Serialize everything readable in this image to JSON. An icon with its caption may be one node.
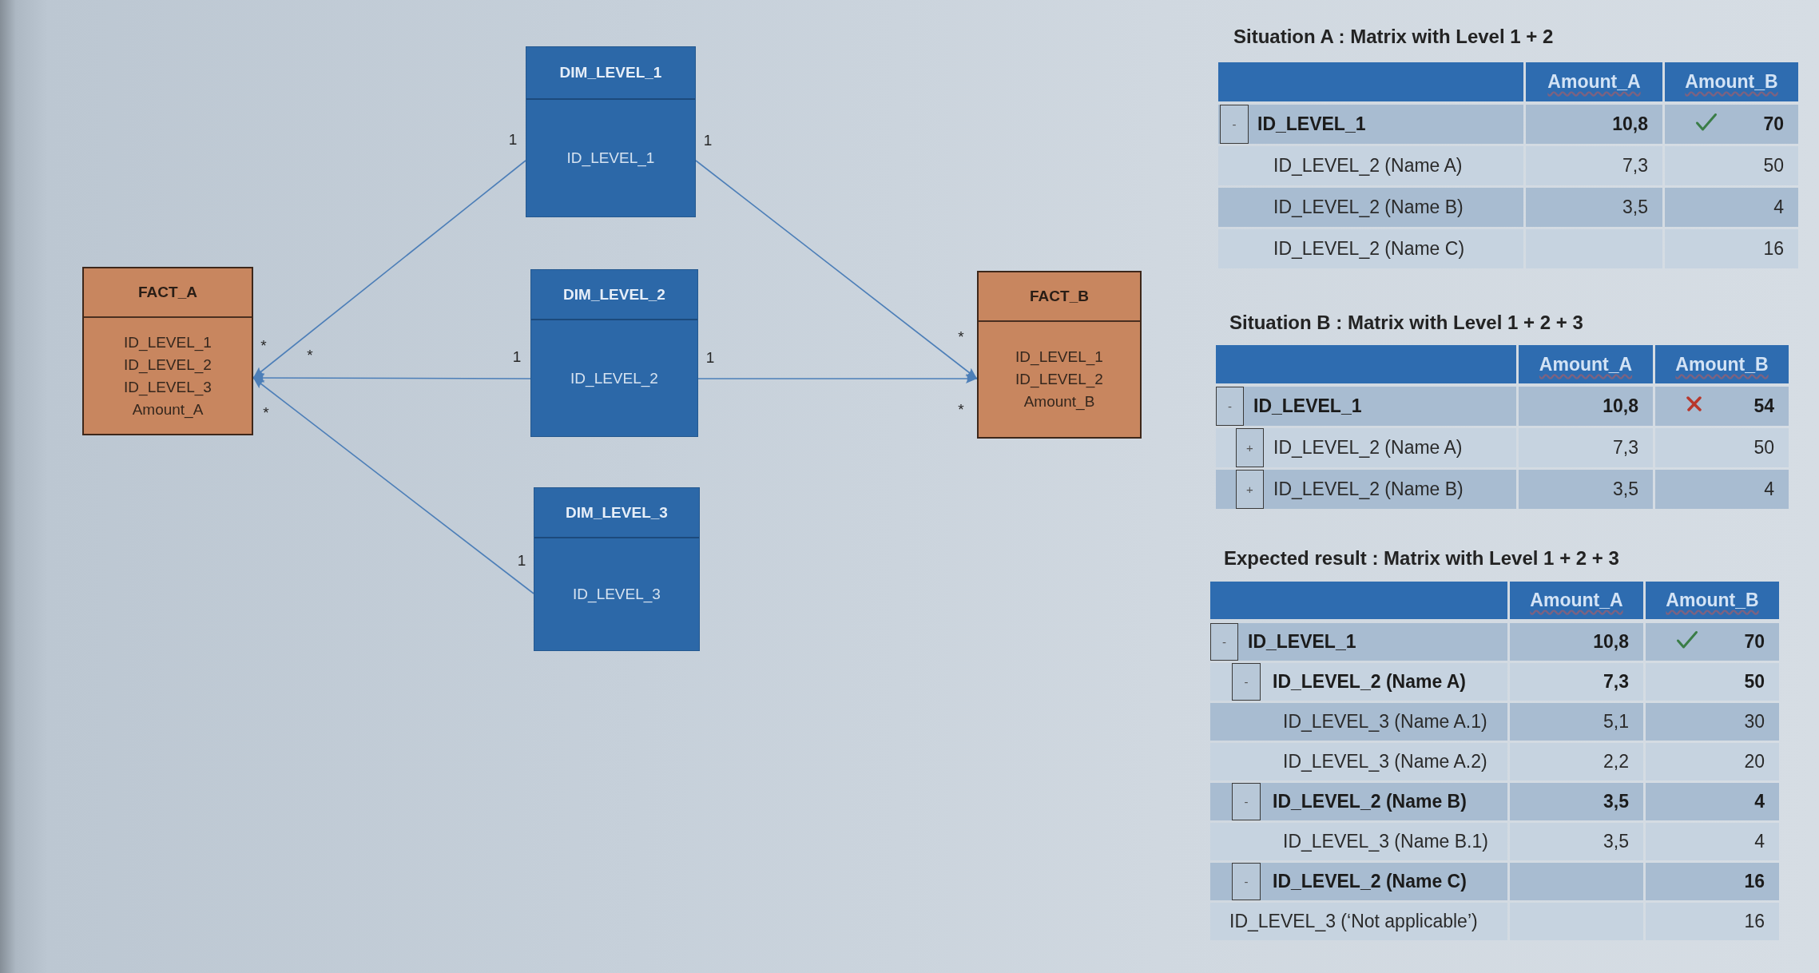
{
  "diagram": {
    "nodes": [
      {
        "text": [
          "FACT_A",
          "ID_LEVEL_1",
          "ID_LEVEL_2",
          "ID_LEVEL_3",
          "Amount_A"
        ]
      },
      {
        "text": [
          "DIM_LEVEL_1",
          "ID_LEVEL_1"
        ]
      },
      {
        "text": [
          "DIM_LEVEL_2",
          "ID_LEVEL_2"
        ]
      },
      {
        "text": [
          "DIM_LEVEL_3",
          "ID_LEVEL_3"
        ]
      },
      {
        "text": [
          "FACT_B",
          "ID_LEVEL_1",
          "ID_LEVEL_2",
          "Amount_B"
        ]
      }
    ],
    "edges": [
      {
        "from": 1,
        "to": 0,
        "arrow": "to"
      },
      {
        "from": 2,
        "to": 0,
        "arrow": "to"
      },
      {
        "from": 3,
        "to": 0,
        "arrow": "to"
      },
      {
        "from": 1,
        "to": 4,
        "arrow": "to"
      },
      {
        "from": 2,
        "to": 4,
        "arrow": "to"
      }
    ],
    "labels": [
      "1",
      "1",
      "*",
      "*",
      "*",
      "1",
      "1",
      "*",
      "*",
      "1",
      "Situation A : Matrix with Level 1 + 2",
      "Amount_A",
      "Amount_B",
      "-",
      "ID_LEVEL_1",
      "10,8",
      "70",
      "ID_LEVEL_2 (Name A)",
      "7,3",
      "50",
      "ID_LEVEL_2 (Name B)",
      "3,5",
      "4",
      "ID_LEVEL_2 (Name C)",
      "16",
      "Situation B : Matrix with Level 1 + 2 + 3",
      "Amount_A",
      "Amount_B",
      "-",
      "ID_LEVEL_1",
      "10,8",
      "54",
      "+",
      "ID_LEVEL_2 (Name A)",
      "7,3",
      "50",
      "+",
      "ID_LEVEL_2 (Name B)",
      "3,5",
      "4",
      "Expected result : Matrix with Level 1 + 2 + 3",
      "Amount_A",
      "Amount_B",
      "-",
      "ID_LEVEL_1",
      "10,8",
      "70",
      "-",
      "ID_LEVEL_2 (Name A)",
      "7,3",
      "50",
      "ID_LEVEL_3 (Name A.1)",
      "5,1",
      "30",
      "ID_LEVEL_3 (Name A.2)",
      "2,2",
      "20",
      "-",
      "ID_LEVEL_2 (Name B)",
      "3,5",
      "4",
      "ID_LEVEL_3 (Name B.1)",
      "3,5",
      "4",
      "-",
      "ID_LEVEL_2 (Name C)",
      "16",
      "ID_LEVEL_3 (‘Not applicable’)",
      "16"
    ]
  }
}
